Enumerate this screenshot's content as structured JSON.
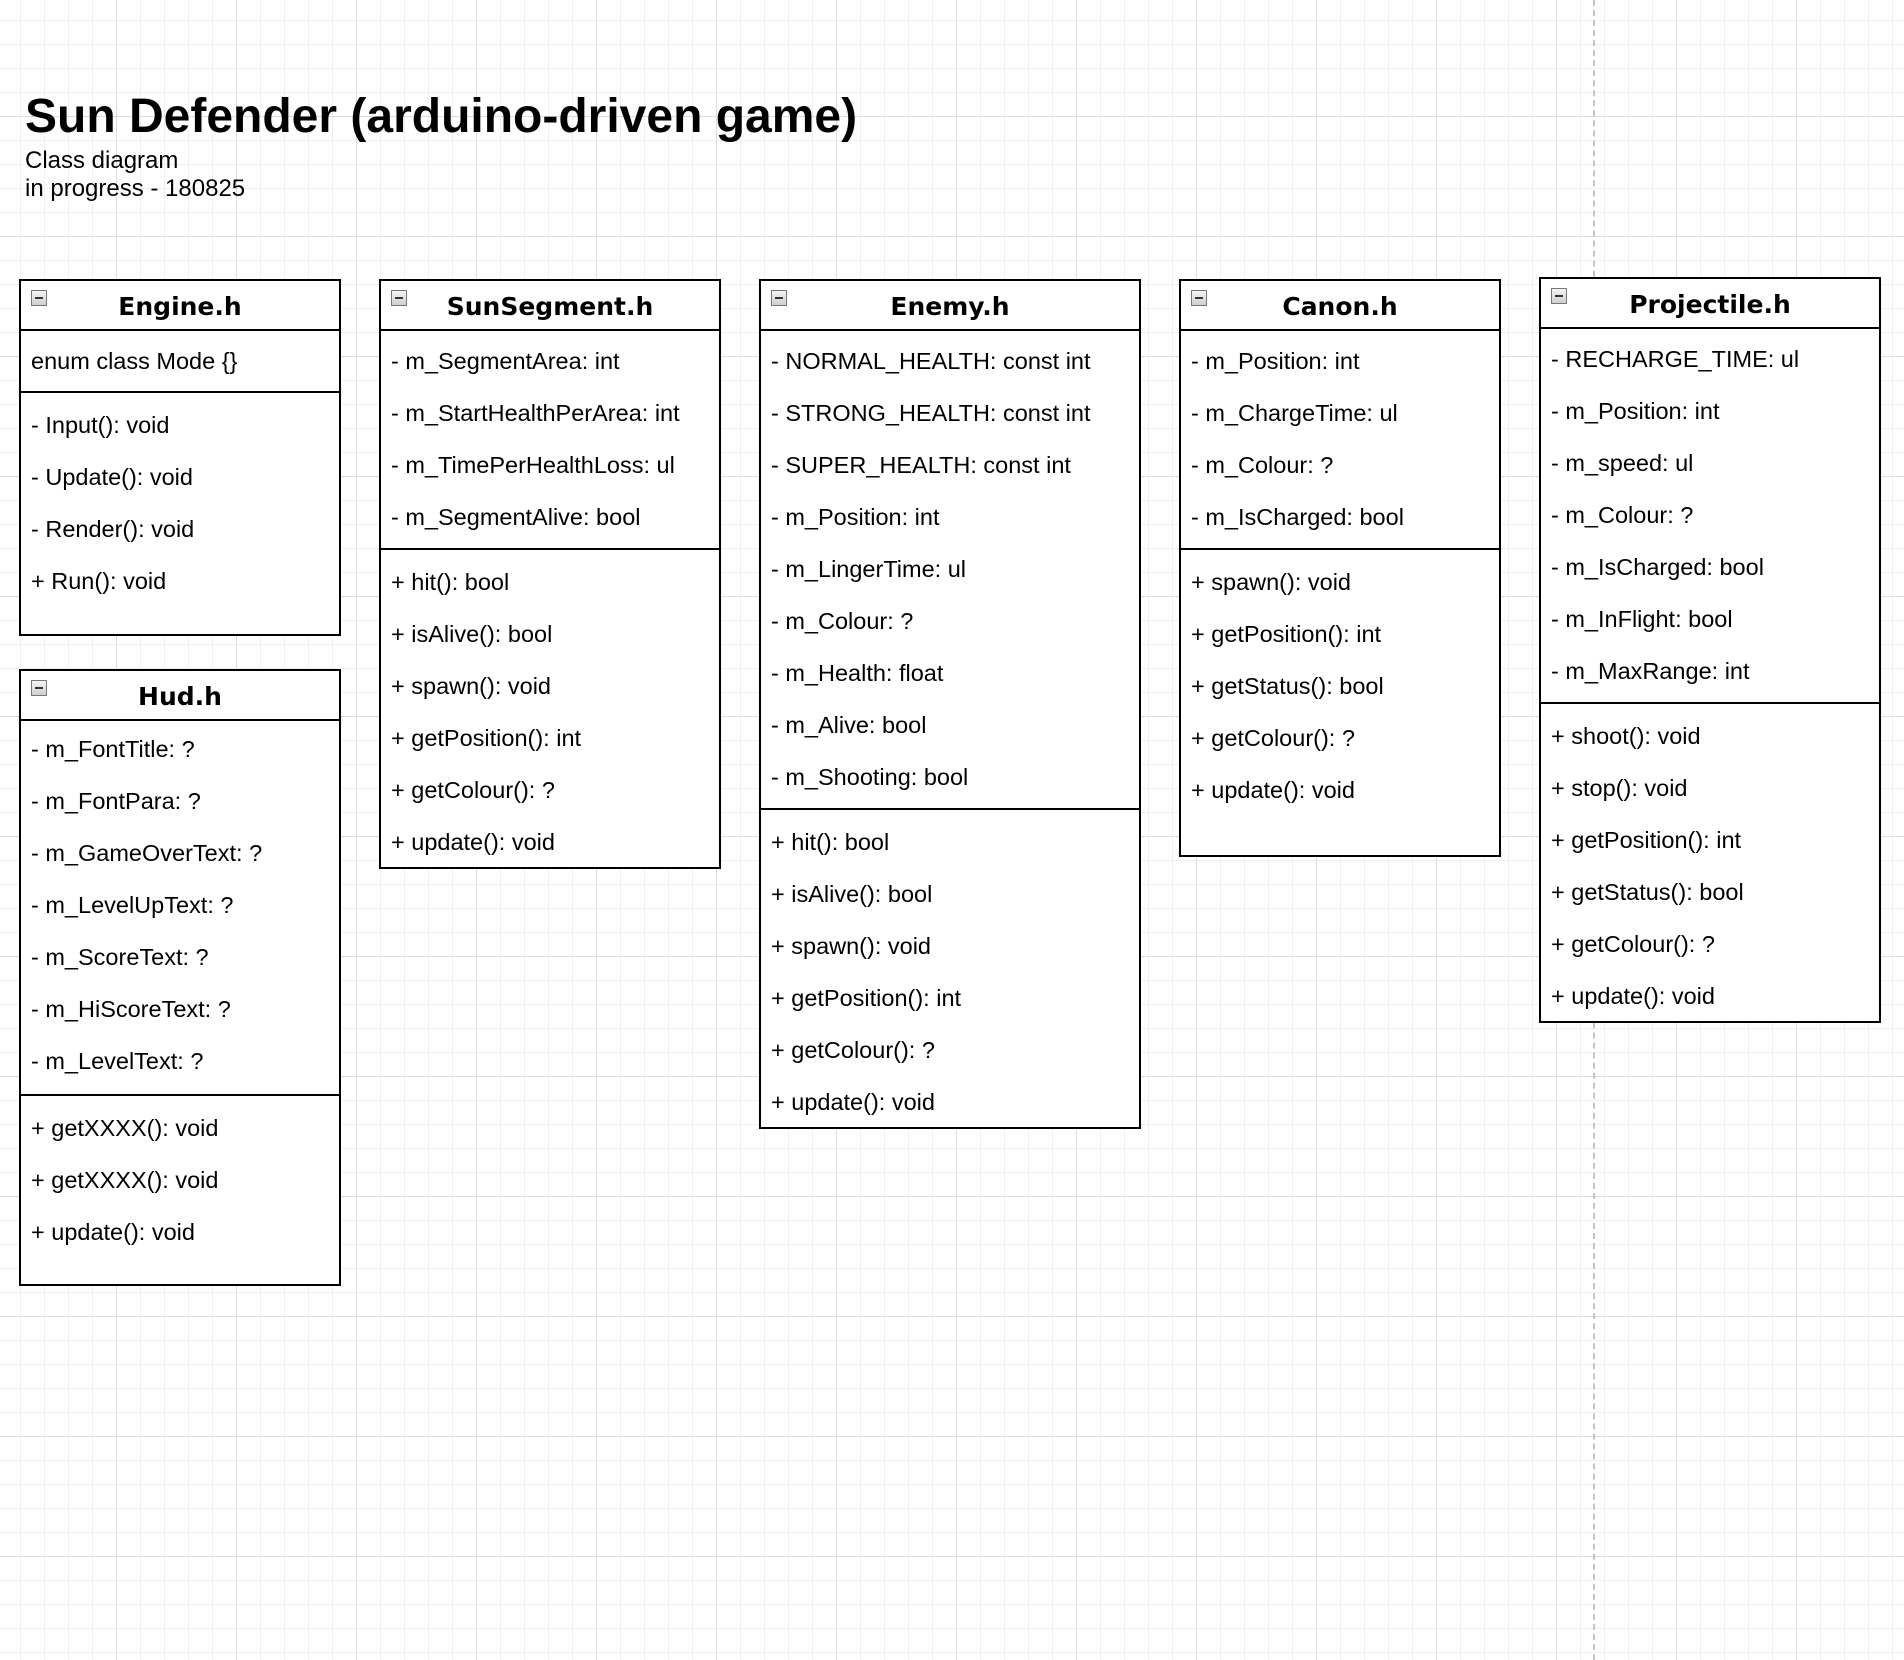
{
  "header": {
    "title": "Sun Defender (arduino-driven game)",
    "subtitle_line1": "Class diagram",
    "subtitle_line2": "in progress - 180825"
  },
  "classes": [
    {
      "name": "Engine.h",
      "sections": [
        [
          "enum class Mode {}"
        ],
        [
          "- Input(): void",
          "- Update(): void",
          "- Render(): void",
          "+ Run(): void"
        ]
      ]
    },
    {
      "name": "Hud.h",
      "sections": [
        [
          "- m_FontTitle: ?",
          "- m_FontPara: ?",
          "- m_GameOverText: ?",
          "- m_LevelUpText: ?",
          "- m_ScoreText: ?",
          "- m_HiScoreText: ?",
          "- m_LevelText: ?"
        ],
        [
          "+ getXXXX(): void",
          "+ getXXXX(): void",
          "+ update(): void"
        ]
      ]
    },
    {
      "name": "SunSegment.h",
      "sections": [
        [
          "- m_SegmentArea: int",
          "- m_StartHealthPerArea: int",
          "- m_TimePerHealthLoss: ul",
          "- m_SegmentAlive: bool"
        ],
        [
          "+ hit(): bool",
          "+ isAlive(): bool",
          "+ spawn(): void",
          "+ getPosition(): int",
          "+ getColour(): ?",
          "+ update(): void"
        ]
      ]
    },
    {
      "name": "Enemy.h",
      "sections": [
        [
          "- NORMAL_HEALTH: const int",
          "- STRONG_HEALTH: const int",
          "- SUPER_HEALTH: const int",
          "- m_Position: int",
          "- m_LingerTime: ul",
          "- m_Colour: ?",
          "- m_Health: float",
          "- m_Alive: bool",
          "- m_Shooting: bool"
        ],
        [
          "+ hit(): bool",
          "+ isAlive(): bool",
          "+ spawn(): void",
          "+ getPosition(): int",
          "+ getColour(): ?",
          "+ update(): void"
        ]
      ]
    },
    {
      "name": "Canon.h",
      "sections": [
        [
          "- m_Position: int",
          "- m_ChargeTime: ul",
          "- m_Colour: ?",
          "- m_IsCharged: bool"
        ],
        [
          "+ spawn(): void",
          "+ getPosition(): int",
          "+ getStatus(): bool",
          "+ getColour(): ?",
          "+ update(): void"
        ]
      ]
    },
    {
      "name": "Projectile.h",
      "sections": [
        [
          "- RECHARGE_TIME: ul",
          "- m_Position: int",
          "- m_speed: ul",
          "- m_Colour: ?",
          "- m_IsCharged: bool",
          "- m_InFlight: bool",
          "- m_MaxRange: int"
        ],
        [
          "+ shoot(): void",
          "+ stop(): void",
          "+ getPosition(): int",
          "+ getStatus(): bool",
          "+ getColour(): ?",
          "+ update(): void"
        ]
      ]
    }
  ]
}
